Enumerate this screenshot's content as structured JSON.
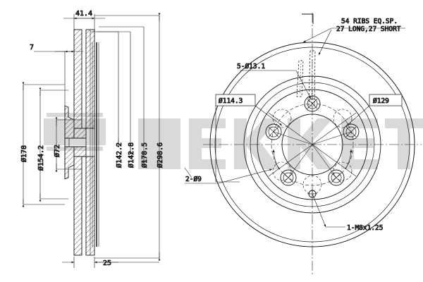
{
  "drawing": {
    "title": "Brake disc technical drawing",
    "watermark": "ZEKKERT",
    "line_color": "#1a1a1a",
    "watermark_color": "#d9d9d9",
    "background": "#ffffff"
  },
  "section_view": {
    "name": "cross-section",
    "dimensions": {
      "overall_width": "41.4",
      "flange_thickness": "7",
      "disc_thickness": "25",
      "d_178": "Ø178",
      "d_154_2": "Ø154.2",
      "d_72": "Ø72",
      "d_142_2": "Ø142.2",
      "d_142_8": "Ø142.8",
      "d_178_5": "Ø178.5",
      "d_298_6": "Ø298.6"
    }
  },
  "face_view": {
    "name": "front-face",
    "annotations": {
      "ribs_line1": "54 RIBS EQ.SP.",
      "ribs_line2": "27 LONG,27 SHORT",
      "bolt_holes": "5-Ø13.1",
      "bolt_circle": "Ø114.3",
      "center_bore": "Ø129",
      "small_holes": "2-Ø9",
      "threaded_hole": "1-M8x1.25"
    }
  }
}
